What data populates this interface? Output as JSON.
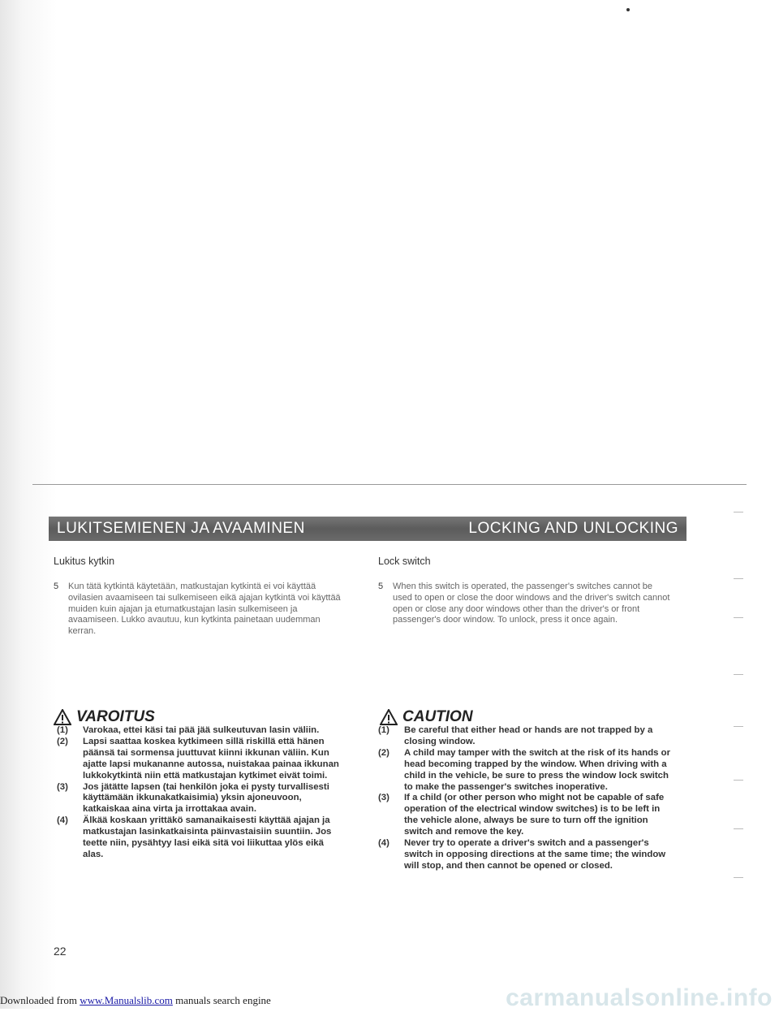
{
  "banner": {
    "left": "LUKITSEMIENEN JA AVAAMINEN",
    "right": "LOCKING AND UNLOCKING"
  },
  "left": {
    "subhead": "Lukitus kytkin",
    "para_num": "5",
    "para": "Kun tätä kytkintä käytetään, matkustajan kytkintä ei voi käyttää ovilasien avaamiseen tai sulkemiseen eikä ajajan kytkintä voi käyttää muiden kuin ajajan ja etumatkustajan lasin sulkemiseen ja avaamiseen. Lukko avautuu, kun kytkinta painetaan uudemman kerran.",
    "warning_title": "VAROITUS",
    "items": [
      {
        "n": "(1)",
        "t": "Varokaa, ettei käsi tai pää jää sulkeutuvan lasin väliin."
      },
      {
        "n": "(2)",
        "t": "Lapsi saattaa koskea kytkimeen sillä riskillä että hänen päänsä tai sormensa juuttuvat kiinni ikkunan väliin. Kun ajatte lapsi mukananne autossa, nuistakaa painaa ikkunan lukkokytkintä niin että matkustajan kytkimet eivät toimi."
      },
      {
        "n": "(3)",
        "t": "Jos jätätte lapsen (tai henkilön joka ei pysty turvallisesti käyttämään ikkunakatkaisimia) yksin ajoneuvoon, katkaiskaa aina virta ja irrottakaa avain."
      },
      {
        "n": "(4)",
        "t": "Älkää koskaan yrittäkö samanaikaisesti käyttää ajajan ja matkustajan lasinkatkaisinta päinvastaisiin suuntiin. Jos teette niin, pysähtyy lasi eikä sitä voi liikuttaa ylös eikä alas."
      }
    ]
  },
  "right": {
    "subhead": "Lock switch",
    "para_num": "5",
    "para": "When this switch is operated, the passenger's switches cannot be used to open or close the door windows and the driver's switch cannot open or close any door windows other than the driver's or front passenger's door window. To unlock, press it once again.",
    "warning_title": "CAUTION",
    "items": [
      {
        "n": "(1)",
        "t": "Be careful that either head or hands are not trapped by a closing window."
      },
      {
        "n": "(2)",
        "t": "A child may tamper with the switch at the risk of its hands or head becoming trapped by the window. When driving with a child in the vehicle, be sure to press the window lock switch to make the passenger's switches inoperative."
      },
      {
        "n": "(3)",
        "t": "If a child (or other person who might not be capable of safe operation of the electrical window switches) is to be left in the vehicle alone, always be sure to turn off the ignition switch and remove the key."
      },
      {
        "n": "(4)",
        "t": "Never try to operate a driver's switch and a passenger's switch in opposing directions at the same time; the window will stop, and then cannot be opened or closed."
      }
    ]
  },
  "page_number": "22",
  "footer": {
    "prefix": "Downloaded from ",
    "link": "www.Manualslib.com",
    "suffix": " manuals search engine",
    "watermark": "carmanualsonline.info"
  }
}
